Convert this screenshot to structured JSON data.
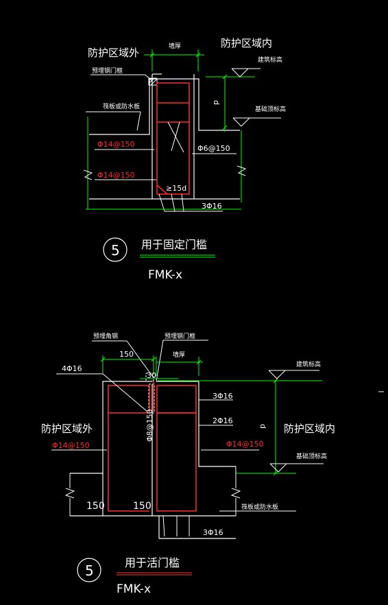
{
  "colors": {
    "background": "#000000",
    "concrete": "#ffffff",
    "rebar": "#ff2a2a",
    "dimension": "#00ff00"
  },
  "detail_top": {
    "outside_label": "防护区域外",
    "inside_label": "防护区域内",
    "wall_thickness": "墙厚",
    "embedded_door_frame": "预埋钢门框",
    "building_elevation": "建筑标高",
    "foundation_top_elevation": "基础顶标高",
    "raft_label": "筏板或防水板",
    "dim_d": "d",
    "rebar_1": "Φ14@150",
    "rebar_2": "Φ6@150",
    "rebar_3": "Φ14@150",
    "anchor": "≥15d",
    "bottom_bars": "3Φ16",
    "callout_number": "5",
    "title": "用于固定门槛",
    "code": "FMK-x"
  },
  "detail_bottom": {
    "embedded_angle": "预埋角钢",
    "embedded_door_frame": "预埋钢门框",
    "dim_150_top": "150",
    "wall_thickness": "墙厚",
    "dim_30": "30",
    "bars_4": "4Φ16",
    "building_elevation": "建筑标高",
    "bars_3_top": "3Φ16",
    "bars_2": "2Φ16",
    "stirrup": "Φ8@150",
    "outside_label": "防护区域外",
    "inside_label": "防护区域内",
    "rebar_left": "Φ14@150",
    "rebar_right": "Φ14@150",
    "dim_d": "d",
    "foundation_top_elevation": "基础顶标高",
    "dim_150_left": "150",
    "dim_150_mid": "150",
    "raft_label": "筏板或防水板",
    "bottom_bars": "3Φ16",
    "callout_number": "5",
    "title": "用于活门槛",
    "code": "FMK-x"
  }
}
